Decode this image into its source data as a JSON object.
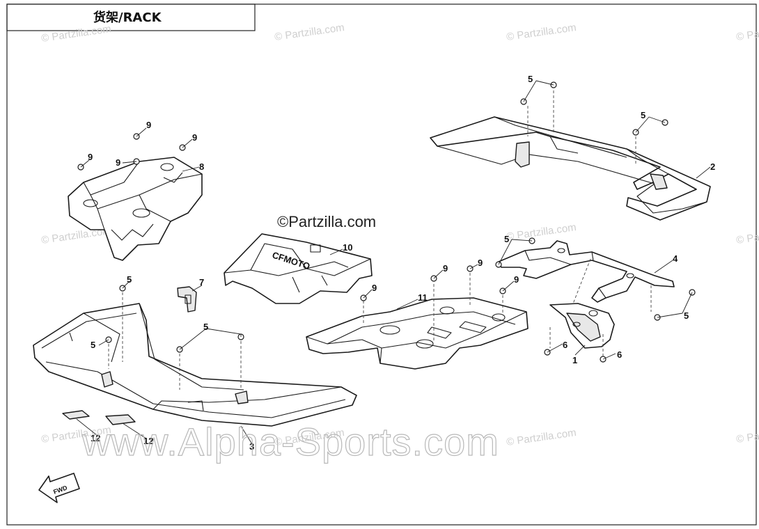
{
  "title": "货架/RACK",
  "watermark_small": "© Partzilla.com",
  "watermark_center": "©Partzilla.com",
  "watermark_large": "www.Alpha-Sports.com",
  "fwd_label": "FWD",
  "part_logo_text": "CFMOTO",
  "callouts": {
    "c1": "1",
    "c2": "2",
    "c3": "3",
    "c4": "4",
    "c5a": "5",
    "c5b": "5",
    "c5c": "5",
    "c5d": "5",
    "c5e": "5",
    "c5f": "5",
    "c5g": "5",
    "c6a": "6",
    "c6b": "6",
    "c7": "7",
    "c8": "8",
    "c9a": "9",
    "c9b": "9",
    "c9c": "9",
    "c9d": "9",
    "c9e": "9",
    "c9f": "9",
    "c9g": "9",
    "c9h": "9",
    "c10": "10",
    "c11": "11",
    "c12a": "12",
    "c12b": "12"
  }
}
